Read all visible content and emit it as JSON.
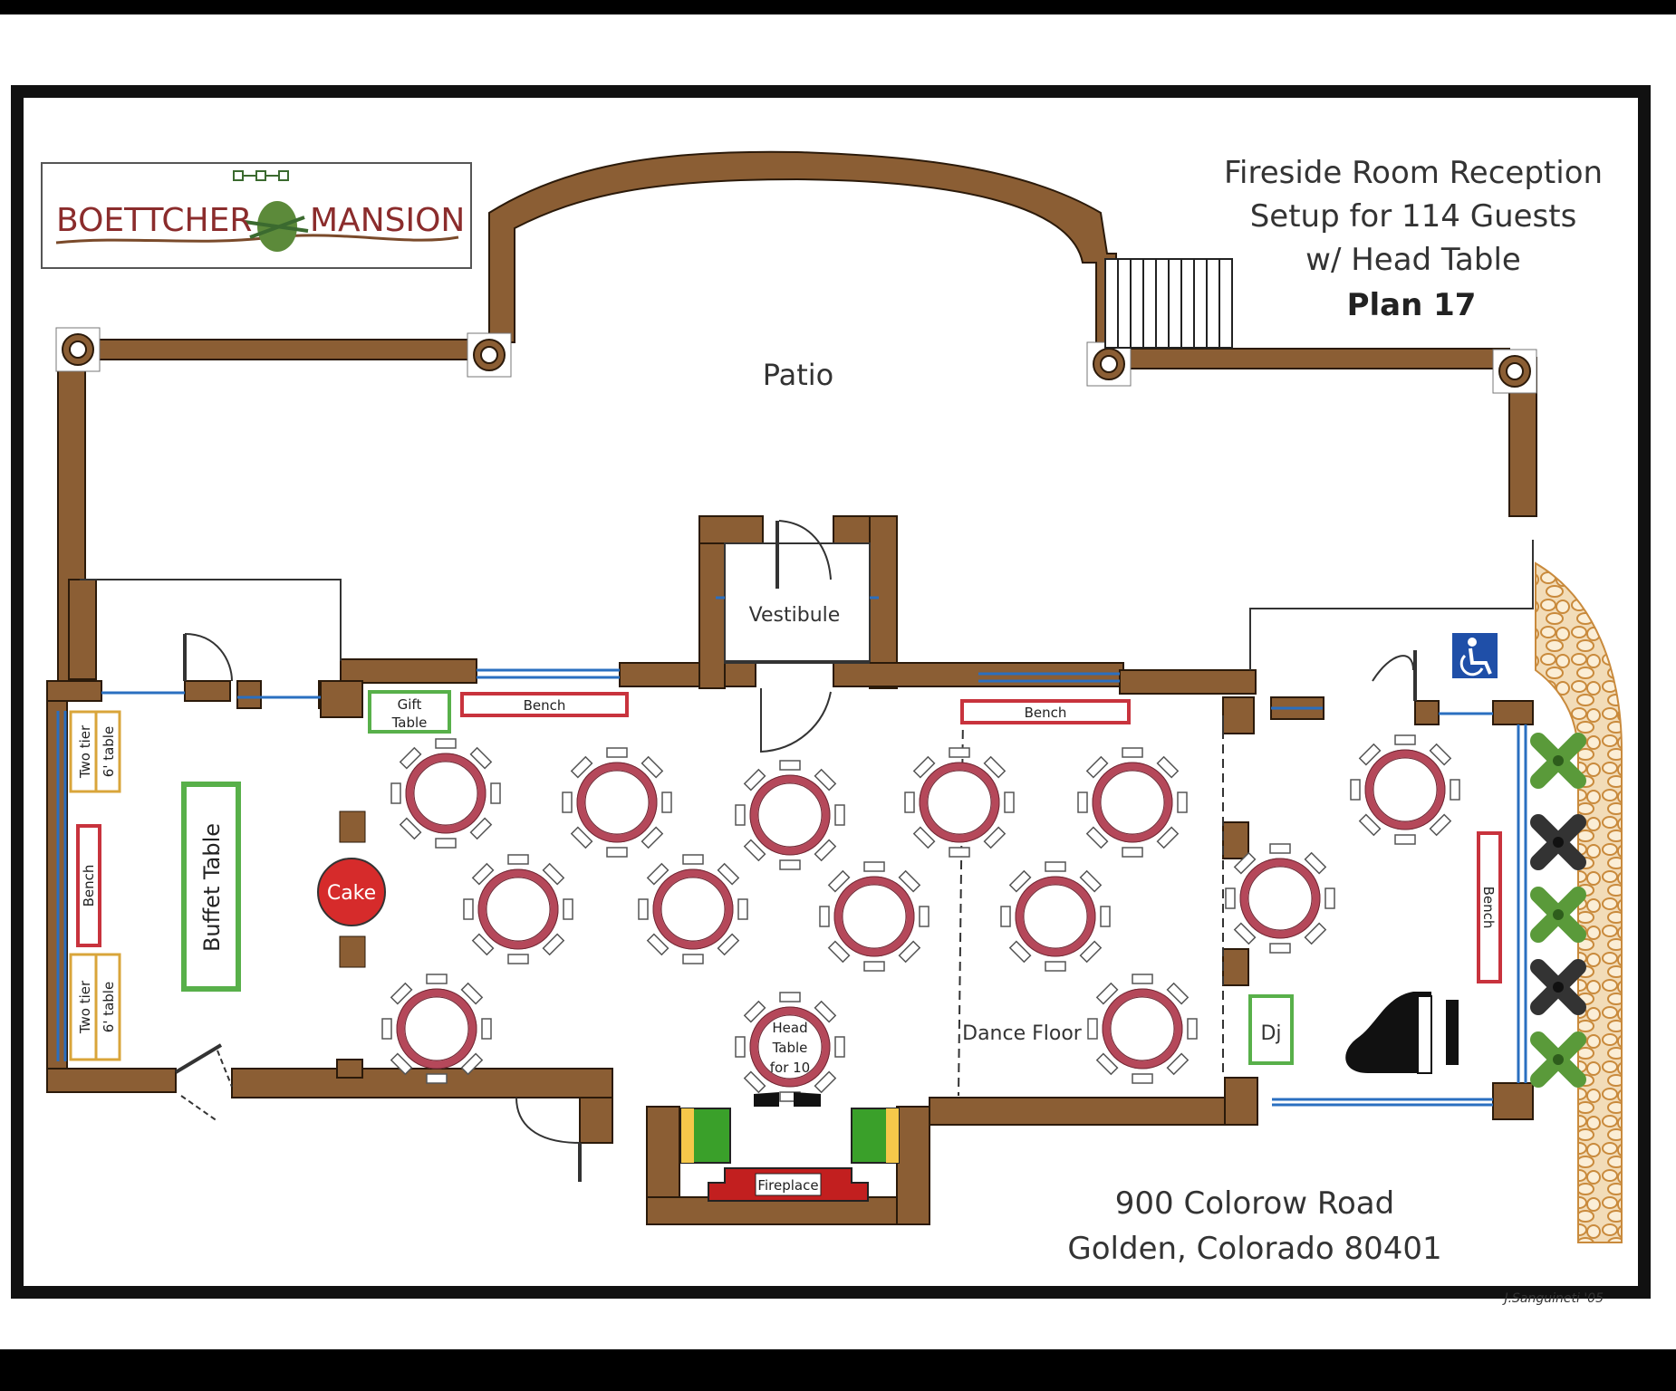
{
  "logo": {
    "left_word": "BOETTCHER",
    "right_word": "MANSION"
  },
  "title": {
    "line1": "Fireside Room Reception",
    "line2": "Setup for 114 Guests",
    "line3": "w/ Head Table",
    "plan": "Plan 17"
  },
  "labels": {
    "patio": "Patio",
    "vestibule": "Vestibule",
    "gift_table_1": "Gift",
    "gift_table_2": "Table",
    "bench": "Bench",
    "two_tier": "Two tier",
    "six_table": "6' table",
    "buffet_table": "Buffet Table",
    "cake": "Cake",
    "head_table_1": "Head",
    "head_table_2": "Table",
    "head_table_3": "for 10",
    "dance_floor": "Dance Floor",
    "dj": "Dj",
    "fireplace": "Fireplace"
  },
  "address": {
    "line1": "900 Colorow Road",
    "line2": "Golden, Colorado 80401"
  },
  "signature": "J.Sanguineti '05",
  "colors": {
    "wall": "#8b5e34",
    "wall_stroke": "#2b1a0a",
    "table_ring": "#b5485a",
    "bench_border": "#c8333d",
    "green_border": "#58b04a",
    "tier_border": "#d9a53a",
    "fireplace": "#c21f1f",
    "window": "#2a6fc0",
    "accessibility": "#1f4fa8"
  },
  "icons": {
    "column": "column-icon",
    "accessibility": "wheelchair-icon",
    "piano": "grand-piano-icon",
    "plants": "shrub-icon",
    "stair": "stairs-icon",
    "pathway": "stone-path-icon"
  }
}
